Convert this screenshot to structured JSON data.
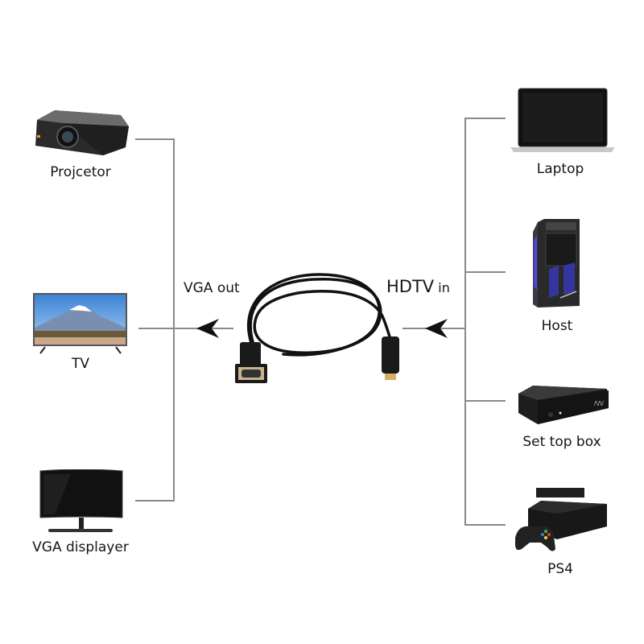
{
  "left_devices": [
    {
      "label": "Projcetor",
      "icon": "projector-icon"
    },
    {
      "label": "TV",
      "icon": "tv-icon"
    },
    {
      "label": "VGA displayer",
      "icon": "monitor-icon"
    }
  ],
  "right_devices": [
    {
      "label": "Laptop",
      "icon": "laptop-icon"
    },
    {
      "label": "Host",
      "icon": "desktop-tower-icon"
    },
    {
      "label": "Set top box",
      "icon": "set-top-box-icon"
    },
    {
      "label": "PS4",
      "icon": "game-console-icon"
    }
  ],
  "cable": {
    "output_label": "VGA out",
    "input_label_main": "HDTV",
    "input_label_suffix": "in",
    "icon": "vga-to-hdmi-cable-icon"
  },
  "colors": {
    "line": "#8a8a8a",
    "arrow": "#111111",
    "device_dark": "#1c1c1c",
    "tv_sky": "#4a90d9"
  }
}
